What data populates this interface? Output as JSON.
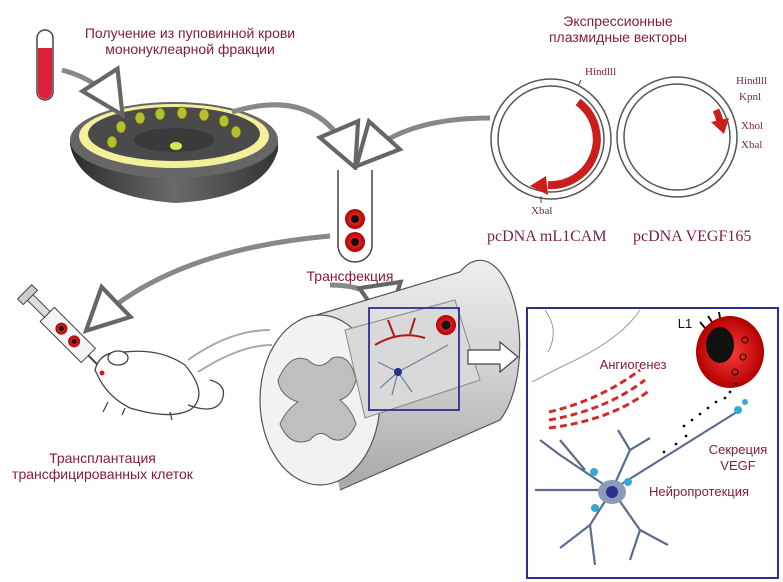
{
  "labels": {
    "pbmc": "Получение из пуповинной крови\nмононуклеарной фракции",
    "vectors": "Экспрессионные\nплазмидные векторы",
    "transfection": "Трансфекция",
    "transplant": "Трансплантация\nтрансфицированных клеток",
    "angiogenesis": "Ангиогенез",
    "secretion": "Секреция\nVEGF",
    "neuroprotection": "Нейропротекция",
    "l1": "L1"
  },
  "plasmids": {
    "mL1CAM": {
      "name": "pcDNA mL1CAM",
      "sites": [
        "Hindlll",
        "Xbal"
      ]
    },
    "VEGF165": {
      "name": "pcDNA VEGF165",
      "sites": [
        "Hindlll",
        "Kpnl",
        "Xhol",
        "Xbal"
      ]
    }
  },
  "colors": {
    "label": "#8b1a3a",
    "cell_red": "#cc1d1d",
    "frame": "#2b2f8f",
    "arrow_red": "#c01818",
    "neuron": "#6f7f9f"
  }
}
